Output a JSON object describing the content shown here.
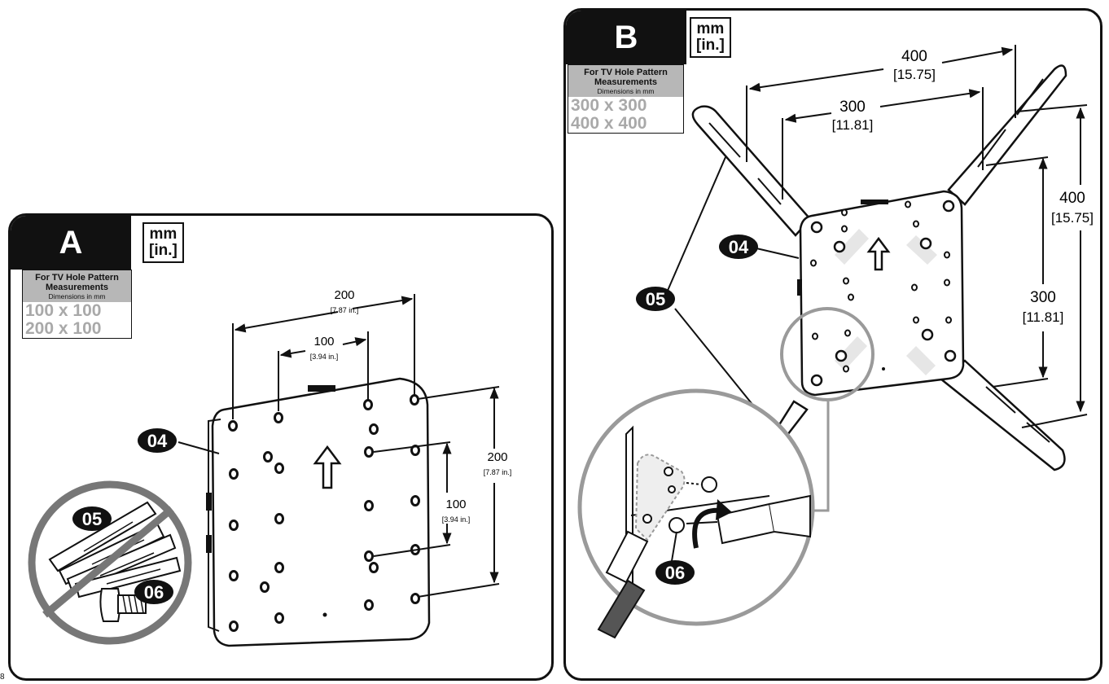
{
  "panel_a": {
    "letter": "A",
    "units": [
      "mm",
      "[in.]"
    ],
    "hole_pattern_title": [
      "For TV Hole Pattern",
      "Measurements"
    ],
    "hole_pattern_subtitle": "Dimensions in mm",
    "sizes": [
      "100 x 100",
      "200 x 100"
    ],
    "dims": {
      "w200": "200",
      "w200_in": "[7.87 in.]",
      "w100": "100",
      "w100_in": "[3.94 in.]",
      "h200": "200",
      "h200_in": "[7.87 in.]",
      "h100": "100",
      "h100_in": "[3.94 in.]"
    },
    "callouts": {
      "plate": "04",
      "arms": "05",
      "screw": "06"
    }
  },
  "panel_b": {
    "letter": "B",
    "units": [
      "mm",
      "[in.]"
    ],
    "hole_pattern_title": [
      "For TV Hole Pattern",
      "Measurements"
    ],
    "hole_pattern_subtitle": "Dimensions in mm",
    "sizes": [
      "300 x 300",
      "400 x 400"
    ],
    "dims": {
      "w400": "400",
      "w400_in": "[15.75]",
      "w300": "300",
      "w300_in": "[11.81]",
      "h400": "400",
      "h400_in": "[15.75]",
      "h300": "300",
      "h300_in": "[11.81]"
    },
    "callouts": {
      "plate": "04",
      "arms": "05",
      "screw": "06"
    }
  },
  "page_number": "8",
  "colors": {
    "ink": "#111111",
    "label_gray": "#b7b7b7",
    "size_gray": "#a9a9a9",
    "highlight": "#e6e6e6"
  }
}
